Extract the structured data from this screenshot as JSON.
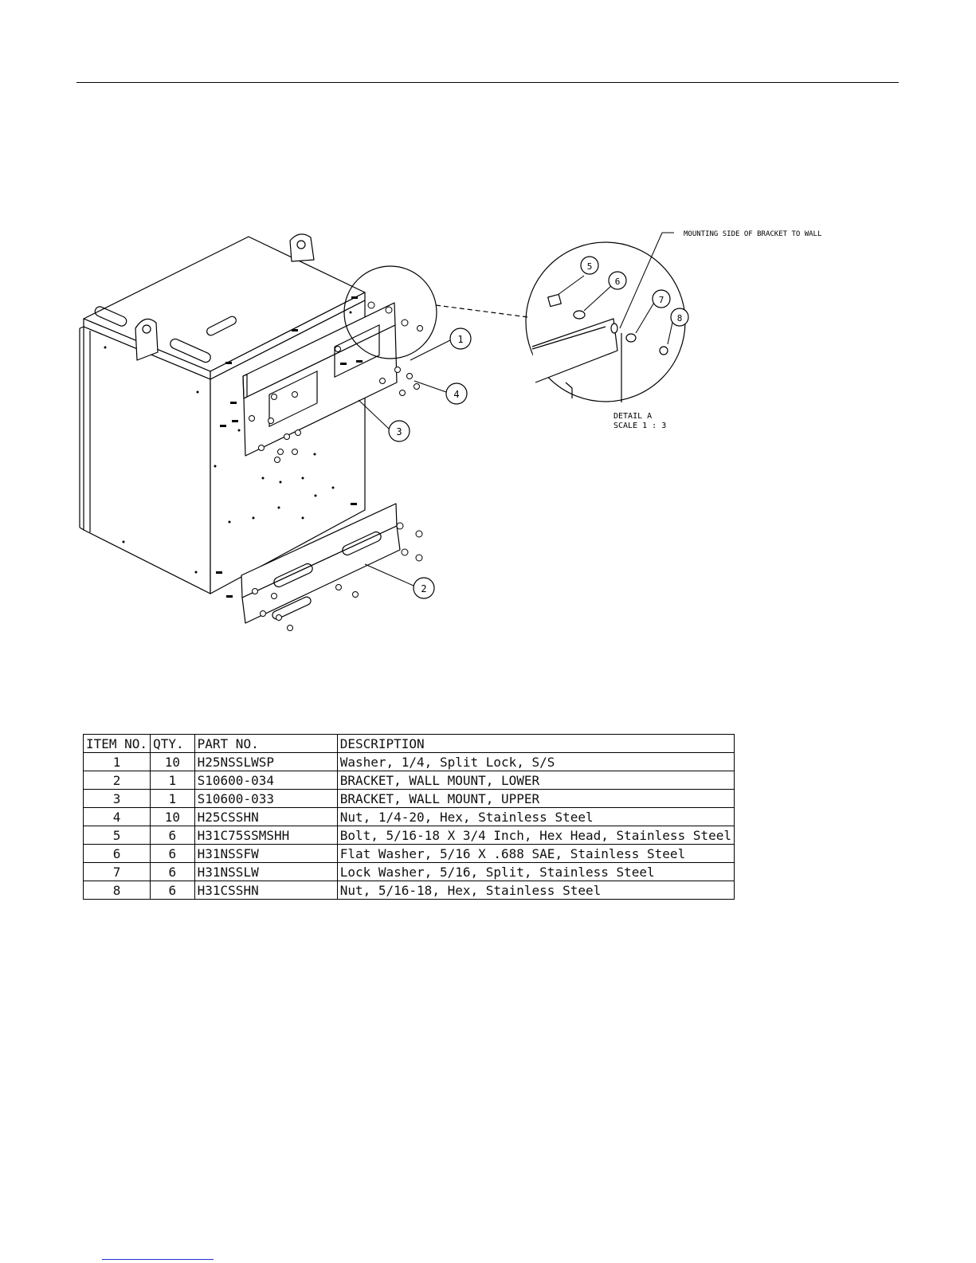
{
  "drawing": {
    "note_mounting_side": "MOUNTING SIDE OF BRACKET TO WALL",
    "detail_title": "DETAIL A",
    "detail_scale": "SCALE 1 : 3",
    "balloons_main": [
      "1",
      "4",
      "3",
      "2"
    ],
    "balloons_detail": [
      "5",
      "6",
      "7",
      "8"
    ]
  },
  "bom": {
    "headers": {
      "item": "ITEM NO.",
      "qty": "QTY.",
      "part": "PART NO.",
      "desc": "DESCRIPTION"
    },
    "rows": [
      {
        "item": "1",
        "qty": "10",
        "part": "H25NSSLWSP",
        "desc": "Washer, 1/4, Split Lock, S/S"
      },
      {
        "item": "2",
        "qty": "1",
        "part": "S10600-034",
        "desc": "BRACKET, WALL MOUNT, LOWER"
      },
      {
        "item": "3",
        "qty": "1",
        "part": "S10600-033",
        "desc": "BRACKET, WALL MOUNT, UPPER"
      },
      {
        "item": "4",
        "qty": "10",
        "part": "H25CSSHN",
        "desc": "Nut, 1/4-20, Hex, Stainless Steel"
      },
      {
        "item": "5",
        "qty": "6",
        "part": "H31C75SSMSHH",
        "desc": "Bolt, 5/16-18 X 3/4 Inch, Hex Head, Stainless Steel"
      },
      {
        "item": "6",
        "qty": "6",
        "part": "H31NSSFW",
        "desc": "Flat Washer, 5/16 X .688 SAE, Stainless Steel"
      },
      {
        "item": "7",
        "qty": "6",
        "part": "H31NSSLW",
        "desc": "Lock Washer, 5/16, Split, Stainless Steel"
      },
      {
        "item": "8",
        "qty": "6",
        "part": "H31CSSHN",
        "desc": "Nut, 5/16-18, Hex, Stainless Steel"
      }
    ]
  }
}
